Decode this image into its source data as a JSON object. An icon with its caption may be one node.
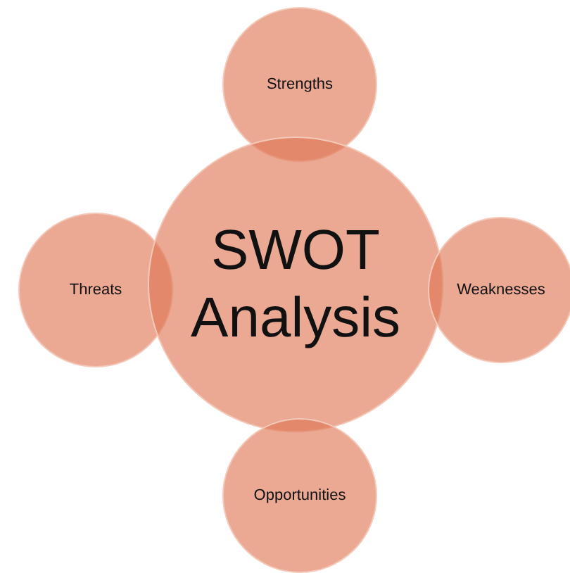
{
  "diagram": {
    "nodes": [
      {
        "text": [
          "Strengths"
        ]
      },
      {
        "text": [
          "Threats"
        ]
      },
      {
        "text": [
          "SWOT Analysis"
        ]
      },
      {
        "text": [
          "Weaknesses"
        ]
      },
      {
        "text": [
          "Opportunities"
        ]
      }
    ]
  }
}
